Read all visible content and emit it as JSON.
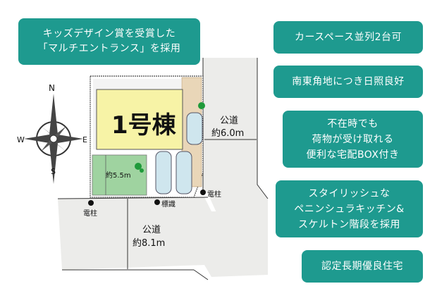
{
  "badges": {
    "design_award": {
      "line1": "キッズデザイン賞を受賞した",
      "line2": "「マルチエントランス」を採用"
    },
    "parking": "カースペース並列2台可",
    "corner_lot": "南東角地につき日照良好",
    "delivery_box": {
      "line1": "不在時でも",
      "line2": "荷物が受け取れる",
      "line3": "便利な宅配BOX付き"
    },
    "kitchen": {
      "line1": "スタイリッシュな",
      "line2": "ペニンシュラキッチン&",
      "line3": "スケルトン階段を採用"
    },
    "certified": "認定長期優良住宅"
  },
  "compass": {
    "n": "N",
    "s": "S",
    "e": "E",
    "w": "W"
  },
  "site_plan": {
    "building_label": "1号棟",
    "garden_width": "約5.5m",
    "east_road": {
      "name": "公道",
      "width": "約6.0m"
    },
    "south_road": {
      "name": "公道",
      "width": "約8.1m"
    },
    "markers": {
      "pole_left": "電柱",
      "sign": "標識",
      "pole_right": "電柱"
    }
  },
  "colors": {
    "badge": "#1e9a8f",
    "building": "#f7f3a6",
    "garden": "#9fd3a0",
    "road": "#ececea",
    "car": "#cfe6ee"
  }
}
